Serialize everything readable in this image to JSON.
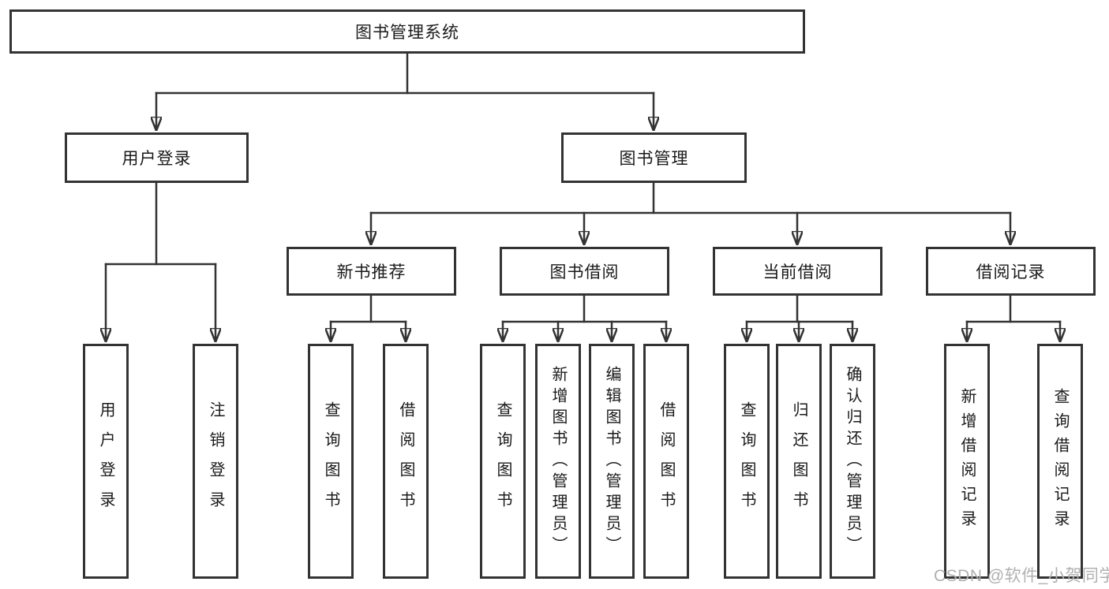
{
  "colors": {
    "line": "#333333",
    "border": "#333333",
    "text": "#1a1a1a",
    "wm": "#b0b0b0",
    "bg": "#ffffff"
  },
  "watermark": {
    "text": "CSDN @软件_小贺同学"
  },
  "tree": {
    "root": {
      "label": "图书管理系统",
      "children": [
        {
          "label": "用户登录",
          "children": [
            {
              "label": "用户登录"
            },
            {
              "label": "注销登录"
            }
          ]
        },
        {
          "label": "图书管理",
          "children": [
            {
              "label": "新书推荐",
              "children": [
                {
                  "label": "查询图书"
                },
                {
                  "label": "借阅图书"
                }
              ]
            },
            {
              "label": "图书借阅",
              "children": [
                {
                  "label": "查询图书"
                },
                {
                  "label": "新增图书（管理员）"
                },
                {
                  "label": "编辑图书（管理员）"
                },
                {
                  "label": "借阅图书"
                }
              ]
            },
            {
              "label": "当前借阅",
              "children": [
                {
                  "label": "查询图书"
                },
                {
                  "label": "归还图书"
                },
                {
                  "label": "确认归还（管理员）"
                }
              ]
            },
            {
              "label": "借阅记录",
              "children": [
                {
                  "label": "新增借阅记录"
                },
                {
                  "label": "查询借阅记录"
                }
              ]
            }
          ]
        }
      ]
    }
  }
}
